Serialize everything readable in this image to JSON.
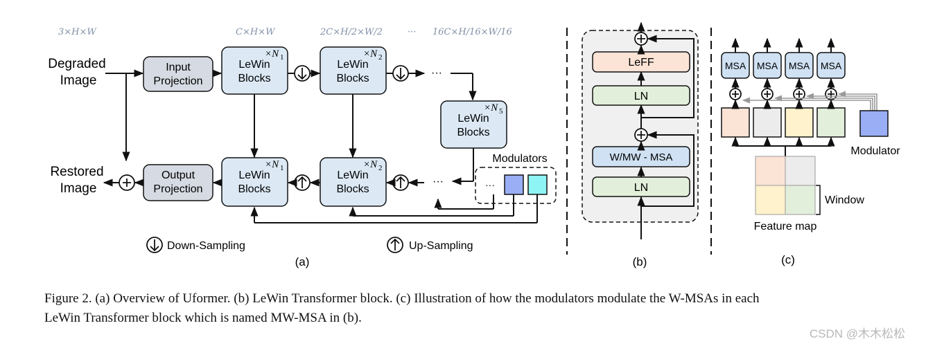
{
  "panel_a": {
    "dims": [
      "3×H×W",
      "C×H×W",
      "2C×H/2×W/2",
      "···",
      "16C×H/16×W/16"
    ],
    "degraded_line1": "Degraded",
    "degraded_line2": "Image",
    "restored_line1": "Restored",
    "restored_line2": "Image",
    "input_proj_line1": "Input",
    "input_proj_line2": "Projection",
    "output_proj_line1": "Output",
    "output_proj_line2": "Projection",
    "lewin_line1": "LeWin",
    "lewin_line2": "Blocks",
    "mult_n1": "×N",
    "sub1": "1",
    "sub2": "2",
    "sub5": "5",
    "ellipsis": "···",
    "modulators": "Modulators",
    "legend_down": "Down-Sampling",
    "legend_up": "Up-Sampling",
    "label": "(a)"
  },
  "panel_b": {
    "leff": "LeFF",
    "ln": "LN",
    "msa": "W/MW - MSA",
    "label": "(b)"
  },
  "panel_c": {
    "msa": "MSA",
    "modulator": "Modulator",
    "window": "Window",
    "feature_map": "Feature map",
    "label": "(c)"
  },
  "caption": {
    "line1": "Figure 2. (a) Overview of Uformer. (b) LeWin Transformer block. (c) Illustration of how the modulators modulate the W-MSAs in each",
    "line2": "LeWin Transformer block which is named MW-MSA in (b)."
  },
  "watermark": "CSDN @木木松松",
  "colors": {
    "proj_fill": "#d6dae2",
    "lewin_fill": "#dce9f5",
    "leff_fill": "#fbe3d6",
    "ln_fill": "#e2efda",
    "msa_fill": "#cfe1f3",
    "mod1": "#99aef5",
    "mod2": "#8ff4f4",
    "panel_b_bg": "#f0f0f0",
    "win_orange": "#fbe3d6",
    "win_gray": "#ececec",
    "win_yellow": "#fff2cc",
    "win_green": "#e2efda"
  }
}
